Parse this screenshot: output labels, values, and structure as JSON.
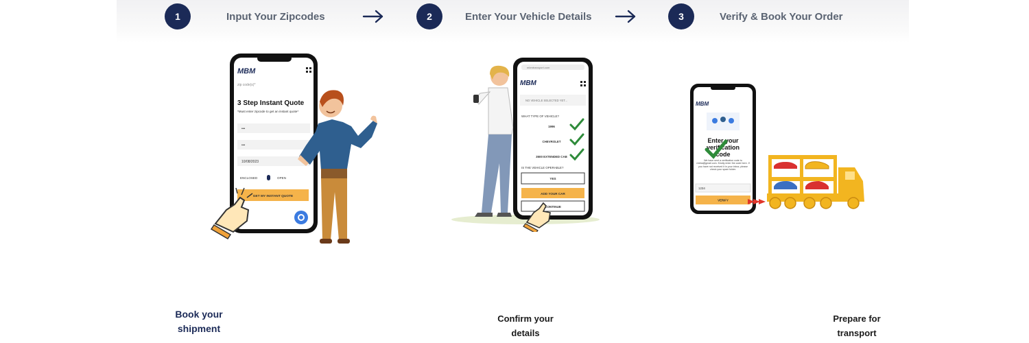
{
  "steps": [
    {
      "number": "1",
      "title": "Input Your Zipcodes"
    },
    {
      "number": "2",
      "title": "Enter Your Vehicle Details"
    },
    {
      "number": "3",
      "title": "Verify & Book Your Order"
    }
  ],
  "icons": {
    "arrow": "arrow-right-icon",
    "check": "check-icon",
    "hand": "pointing-hand-icon"
  },
  "colors": {
    "navy": "#1b2a57",
    "accent": "#f5b34a",
    "check": "#2e8b3a"
  },
  "phone1": {
    "brand": "MBM",
    "partial_label": "zip code(s)*",
    "heading": "3 Step Instant Quote",
    "note": "*Must enter zipcode to get an instant quote*",
    "field1": "•••",
    "field2": "•••",
    "field3": "10/08/2023",
    "option_enclosed": "ENCLOSED",
    "option_open": "OPEN",
    "button": "GET MY INSTANT QUOTE"
  },
  "phone2": {
    "url": "mbmtransport.com",
    "brand": "MBM",
    "selected": "NO VEHICLE SELECTED YET...",
    "question": "WHAT TYPE OF VEHICLE?",
    "year": "1996",
    "make": "CHEVROLET",
    "model": "3500 EXTENDED CAB",
    "operable_q": "IS THE VEHICLE OPERABLE?",
    "yes": "YES",
    "add": "ADD YOUR CAR",
    "continue": "CONTINUE"
  },
  "phone3": {
    "brand": "MBM",
    "title_line1": "Enter your",
    "title_line2": "verification",
    "title_line3": "code",
    "body": "We have sent a verification code to reeba@gmail.com. Kindly enter the code here. If you have not received it in your inbox, please check your spam folder.",
    "input": "1234",
    "button": "VERIFY"
  },
  "captions": {
    "step1": "Book your\nshipment",
    "step2": "Confirm your\ndetails",
    "step3": "Prepare for\ntransport"
  }
}
